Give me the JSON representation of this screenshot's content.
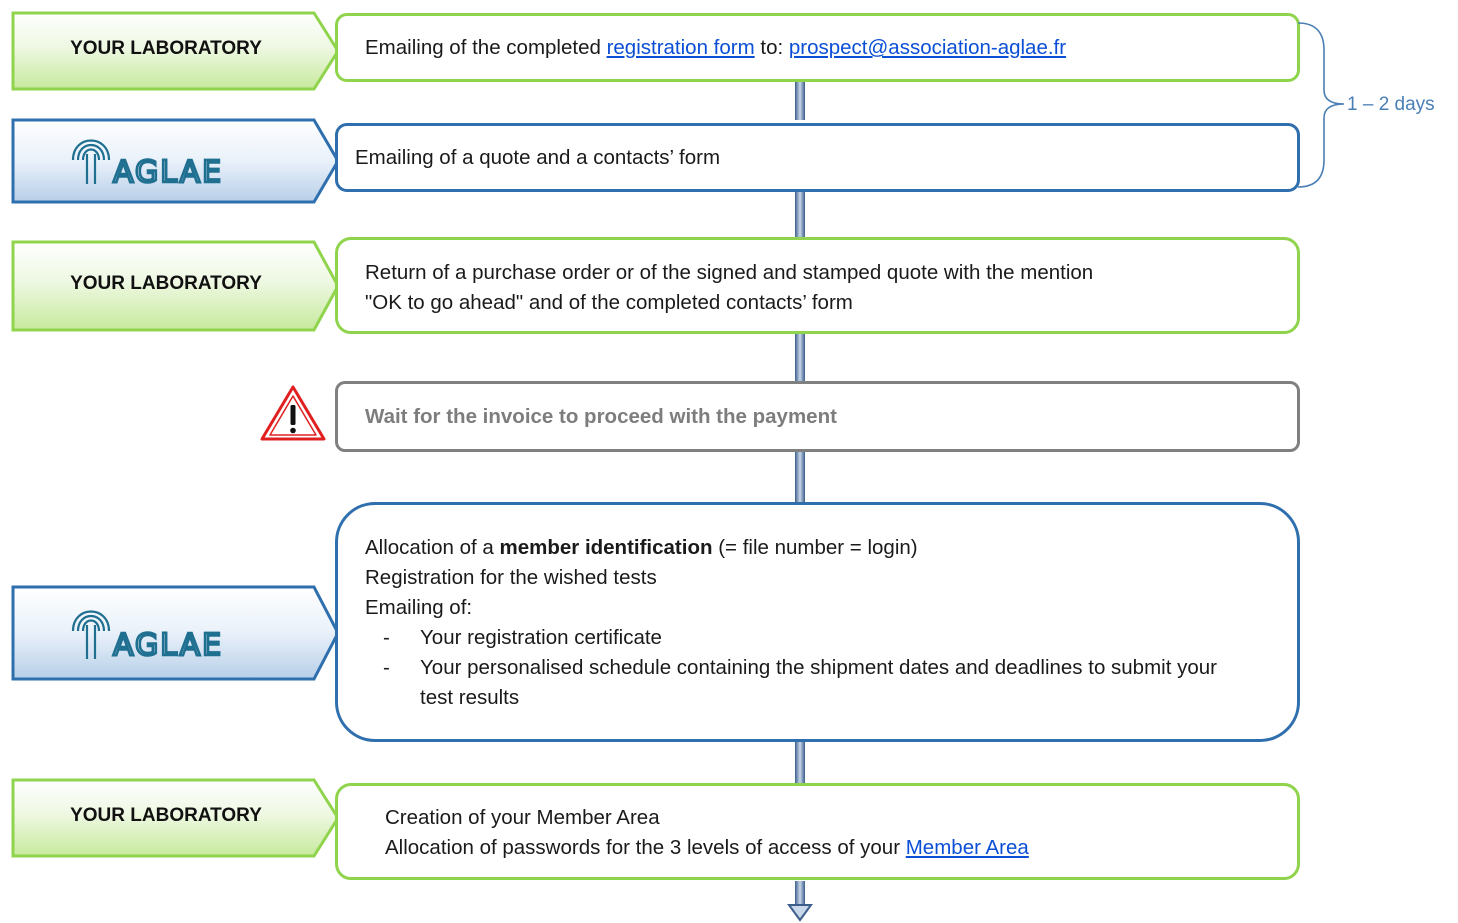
{
  "tags": {
    "your_lab": "YOUR LABORATORY",
    "aglae_logo_text": "AGLAE"
  },
  "steps": {
    "step1": {
      "prefix": "Emailing of the completed ",
      "link1": "registration form",
      "middle": " to: ",
      "link2": "prospect@association-aglae.fr"
    },
    "step2": {
      "text": "Emailing of a quote and a contacts’ form"
    },
    "step3": {
      "line1": "Return of a purchase order or of the signed and stamped quote with the mention",
      "line2": "\"OK to go ahead\" and of the completed contacts’ form"
    },
    "warning": {
      "text": "Wait for the invoice to proceed with the payment"
    },
    "step4": {
      "line1_prefix": "Allocation of a ",
      "line1_bold": "member identification",
      "line1_suffix": " (= file number = login)",
      "line2": "Registration for the wished tests",
      "line3": "Emailing of:",
      "bullet1": "Your registration certificate",
      "bullet2": "Your personalised schedule containing the shipment dates and deadlines to submit your test results"
    },
    "step5": {
      "line1": "Creation of your Member Area",
      "line2_prefix": "Allocation of passwords for the 3 levels of access of your ",
      "line2_link": "Member Area"
    }
  },
  "brace_label": "1 – 2 days",
  "colors": {
    "green_border": "#8fd44c",
    "blue_border": "#2f6fae",
    "gray_border": "#808080",
    "link": "#0b4fd6",
    "brace": "#4a7fb5"
  },
  "icons": [
    "warning-icon",
    "aglae-logo",
    "down-arrow-icon"
  ]
}
